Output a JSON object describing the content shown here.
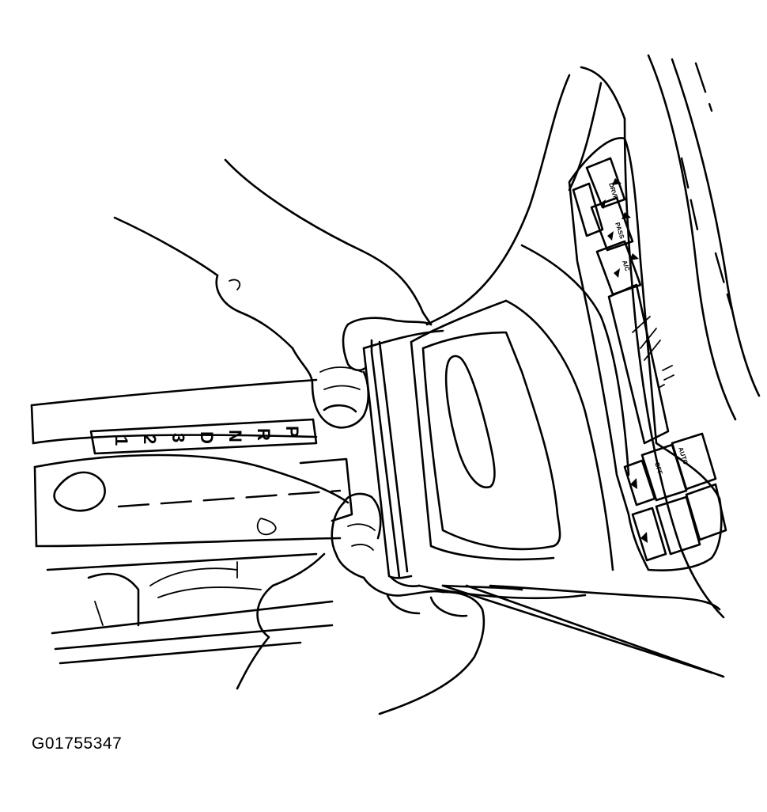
{
  "figure": {
    "id": "G01755347"
  },
  "shifter_indicator": {
    "positions": [
      "P",
      "R",
      "N",
      "D",
      "3",
      "2",
      "1"
    ]
  },
  "hvac_panel": {
    "button_labels": [
      "DRVR",
      "PASS",
      "A/C",
      "AUTO",
      "OFF"
    ]
  }
}
